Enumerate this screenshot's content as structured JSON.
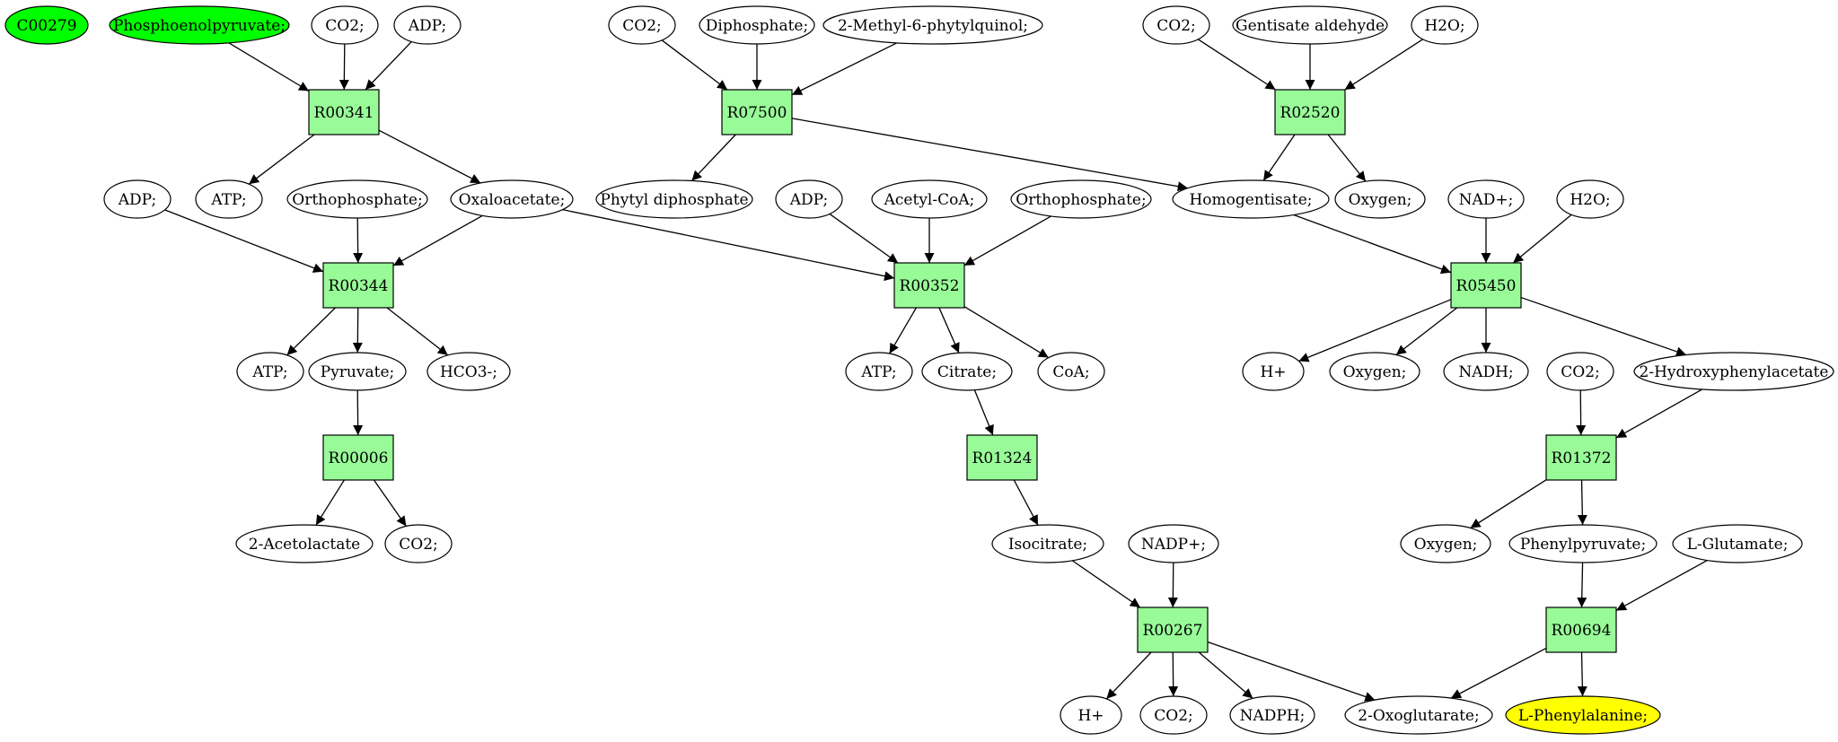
{
  "colors": {
    "reaction_fill": "#98fb98",
    "start_fill": "#00ff00",
    "target_fill": "#ffff00",
    "compound_fill": "#ffffff",
    "stroke": "#000000"
  },
  "nodes": [
    {
      "id": "C00279",
      "label": "C00279",
      "kind": "compound",
      "highlight": "start"
    },
    {
      "id": "pep",
      "label": "Phosphoenolpyruvate;",
      "kind": "compound",
      "highlight": "start"
    },
    {
      "id": "co2_a",
      "label": "CO2;",
      "kind": "compound"
    },
    {
      "id": "adp_a",
      "label": "ADP;",
      "kind": "compound"
    },
    {
      "id": "co2_b",
      "label": "CO2;",
      "kind": "compound"
    },
    {
      "id": "diphosphate",
      "label": "Diphosphate;",
      "kind": "compound"
    },
    {
      "id": "methylphytyl",
      "label": "2-Methyl-6-phytylquinol;",
      "kind": "compound"
    },
    {
      "id": "co2_c",
      "label": "CO2;",
      "kind": "compound"
    },
    {
      "id": "gentisate",
      "label": "Gentisate aldehyde",
      "kind": "compound"
    },
    {
      "id": "h2o_a",
      "label": "H2O;",
      "kind": "compound"
    },
    {
      "id": "R00341",
      "label": "R00341",
      "kind": "reaction"
    },
    {
      "id": "R07500",
      "label": "R07500",
      "kind": "reaction"
    },
    {
      "id": "R02520",
      "label": "R02520",
      "kind": "reaction"
    },
    {
      "id": "adp_b",
      "label": "ADP;",
      "kind": "compound"
    },
    {
      "id": "atp_a",
      "label": "ATP;",
      "kind": "compound"
    },
    {
      "id": "ortho_a",
      "label": "Orthophosphate;",
      "kind": "compound"
    },
    {
      "id": "oxaloacetate",
      "label": "Oxaloacetate;",
      "kind": "compound"
    },
    {
      "id": "phytyl",
      "label": "Phytyl diphosphate",
      "kind": "compound"
    },
    {
      "id": "adp_c",
      "label": "ADP;",
      "kind": "compound"
    },
    {
      "id": "acetylcoa",
      "label": "Acetyl-CoA;",
      "kind": "compound"
    },
    {
      "id": "ortho_b",
      "label": "Orthophosphate;",
      "kind": "compound"
    },
    {
      "id": "homogentisate",
      "label": "Homogentisate;",
      "kind": "compound"
    },
    {
      "id": "oxygen_a",
      "label": "Oxygen;",
      "kind": "compound"
    },
    {
      "id": "nad",
      "label": "NAD+;",
      "kind": "compound"
    },
    {
      "id": "h2o_b",
      "label": "H2O;",
      "kind": "compound"
    },
    {
      "id": "R00344",
      "label": "R00344",
      "kind": "reaction"
    },
    {
      "id": "R00352",
      "label": "R00352",
      "kind": "reaction"
    },
    {
      "id": "R05450",
      "label": "R05450",
      "kind": "reaction"
    },
    {
      "id": "atp_b",
      "label": "ATP;",
      "kind": "compound"
    },
    {
      "id": "pyruvate",
      "label": "Pyruvate;",
      "kind": "compound"
    },
    {
      "id": "hco3",
      "label": "HCO3-;",
      "kind": "compound"
    },
    {
      "id": "atp_c",
      "label": "ATP;",
      "kind": "compound"
    },
    {
      "id": "citrate",
      "label": "Citrate;",
      "kind": "compound"
    },
    {
      "id": "coa",
      "label": "CoA;",
      "kind": "compound"
    },
    {
      "id": "hplus_a",
      "label": "H+",
      "kind": "compound"
    },
    {
      "id": "oxygen_b",
      "label": "Oxygen;",
      "kind": "compound"
    },
    {
      "id": "nadh",
      "label": "NADH;",
      "kind": "compound"
    },
    {
      "id": "co2_d",
      "label": "CO2;",
      "kind": "compound"
    },
    {
      "id": "hydroxyphenylacetate",
      "label": "2-Hydroxyphenylacetate",
      "kind": "compound"
    },
    {
      "id": "R00006",
      "label": "R00006",
      "kind": "reaction"
    },
    {
      "id": "R01324",
      "label": "R01324",
      "kind": "reaction"
    },
    {
      "id": "R01372",
      "label": "R01372",
      "kind": "reaction"
    },
    {
      "id": "acetolactate",
      "label": "2-Acetolactate",
      "kind": "compound"
    },
    {
      "id": "co2_e",
      "label": "CO2;",
      "kind": "compound"
    },
    {
      "id": "isocitrate",
      "label": "Isocitrate;",
      "kind": "compound"
    },
    {
      "id": "nadp",
      "label": "NADP+;",
      "kind": "compound"
    },
    {
      "id": "oxygen_c",
      "label": "Oxygen;",
      "kind": "compound"
    },
    {
      "id": "phenylpyruvate",
      "label": "Phenylpyruvate;",
      "kind": "compound"
    },
    {
      "id": "glutamate",
      "label": "L-Glutamate;",
      "kind": "compound"
    },
    {
      "id": "R00267",
      "label": "R00267",
      "kind": "reaction"
    },
    {
      "id": "R00694",
      "label": "R00694",
      "kind": "reaction"
    },
    {
      "id": "hplus_b",
      "label": "H+",
      "kind": "compound"
    },
    {
      "id": "co2_f",
      "label": "CO2;",
      "kind": "compound"
    },
    {
      "id": "nadph",
      "label": "NADPH;",
      "kind": "compound"
    },
    {
      "id": "oxoglutarate",
      "label": "2-Oxoglutarate;",
      "kind": "compound"
    },
    {
      "id": "phenylalanine",
      "label": "L-Phenylalanine;",
      "kind": "compound",
      "highlight": "target"
    }
  ],
  "edges": [
    [
      "pep",
      "R00341"
    ],
    [
      "co2_a",
      "R00341"
    ],
    [
      "adp_a",
      "R00341"
    ],
    [
      "R00341",
      "atp_a"
    ],
    [
      "R00341",
      "oxaloacetate"
    ],
    [
      "co2_b",
      "R07500"
    ],
    [
      "diphosphate",
      "R07500"
    ],
    [
      "methylphytyl",
      "R07500"
    ],
    [
      "R07500",
      "phytyl"
    ],
    [
      "R07500",
      "homogentisate"
    ],
    [
      "co2_c",
      "R02520"
    ],
    [
      "gentisate",
      "R02520"
    ],
    [
      "h2o_a",
      "R02520"
    ],
    [
      "R02520",
      "homogentisate"
    ],
    [
      "R02520",
      "oxygen_a"
    ],
    [
      "adp_b",
      "R00344"
    ],
    [
      "ortho_a",
      "R00344"
    ],
    [
      "oxaloacetate",
      "R00344"
    ],
    [
      "R00344",
      "atp_b"
    ],
    [
      "R00344",
      "pyruvate"
    ],
    [
      "R00344",
      "hco3"
    ],
    [
      "oxaloacetate",
      "R00352"
    ],
    [
      "adp_c",
      "R00352"
    ],
    [
      "acetylcoa",
      "R00352"
    ],
    [
      "ortho_b",
      "R00352"
    ],
    [
      "R00352",
      "atp_c"
    ],
    [
      "R00352",
      "citrate"
    ],
    [
      "R00352",
      "coa"
    ],
    [
      "homogentisate",
      "R05450"
    ],
    [
      "nad",
      "R05450"
    ],
    [
      "h2o_b",
      "R05450"
    ],
    [
      "R05450",
      "hplus_a"
    ],
    [
      "R05450",
      "oxygen_b"
    ],
    [
      "R05450",
      "nadh"
    ],
    [
      "R05450",
      "hydroxyphenylacetate"
    ],
    [
      "pyruvate",
      "R00006"
    ],
    [
      "R00006",
      "acetolactate"
    ],
    [
      "R00006",
      "co2_e"
    ],
    [
      "citrate",
      "R01324"
    ],
    [
      "R01324",
      "isocitrate"
    ],
    [
      "co2_d",
      "R01372"
    ],
    [
      "hydroxyphenylacetate",
      "R01372"
    ],
    [
      "R01372",
      "oxygen_c"
    ],
    [
      "R01372",
      "phenylpyruvate"
    ],
    [
      "isocitrate",
      "R00267"
    ],
    [
      "nadp",
      "R00267"
    ],
    [
      "R00267",
      "hplus_b"
    ],
    [
      "R00267",
      "co2_f"
    ],
    [
      "R00267",
      "nadph"
    ],
    [
      "R00267",
      "oxoglutarate"
    ],
    [
      "phenylpyruvate",
      "R00694"
    ],
    [
      "glutamate",
      "R00694"
    ],
    [
      "R00694",
      "oxoglutarate"
    ],
    [
      "R00694",
      "phenylalanine"
    ]
  ]
}
